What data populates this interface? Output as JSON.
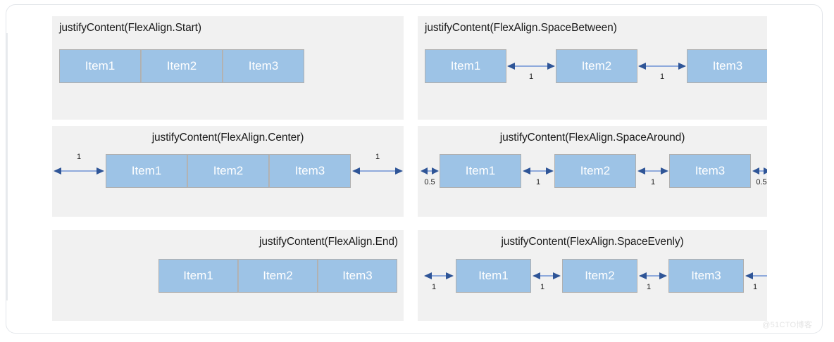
{
  "watermark": "@51CTO博客",
  "colors": {
    "item_fill": "#9dc3e6",
    "item_border": "#b0b0b0",
    "panel_bg": "#f1f1f1",
    "arrow": "#2f5597",
    "arrow_line": "#8faadc",
    "page_bg": "#ffffff",
    "title_text": "#1b1b1b"
  },
  "panels": [
    {
      "id": "start",
      "title": "justifyContent(FlexAlign.Start)",
      "title_align": "left",
      "items": [
        "Item1",
        "Item2",
        "Item3"
      ],
      "gaps": []
    },
    {
      "id": "space-between",
      "title": "justifyContent(FlexAlign.SpaceBetween)",
      "title_align": "left",
      "items": [
        "Item1",
        "Item2",
        "Item3"
      ],
      "gaps": [
        "1",
        "1"
      ]
    },
    {
      "id": "center",
      "title": "justifyContent(FlexAlign.Center)",
      "title_align": "center",
      "items": [
        "Item1",
        "Item2",
        "Item3"
      ],
      "gaps": [
        "1",
        "1"
      ]
    },
    {
      "id": "space-around",
      "title": "justifyContent(FlexAlign.SpaceAround)",
      "title_align": "center",
      "items": [
        "Item1",
        "Item2",
        "Item3"
      ],
      "gaps": [
        "0.5",
        "1",
        "1",
        "0.5"
      ]
    },
    {
      "id": "end",
      "title": "justifyContent(FlexAlign.End)",
      "title_align": "right",
      "items": [
        "Item1",
        "Item2",
        "Item3"
      ],
      "gaps": []
    },
    {
      "id": "space-evenly",
      "title": "justifyContent(FlexAlign.SpaceEvenly)",
      "title_align": "center",
      "items": [
        "Item1",
        "Item2",
        "Item3"
      ],
      "gaps": [
        "1",
        "1",
        "1",
        "1"
      ]
    }
  ]
}
